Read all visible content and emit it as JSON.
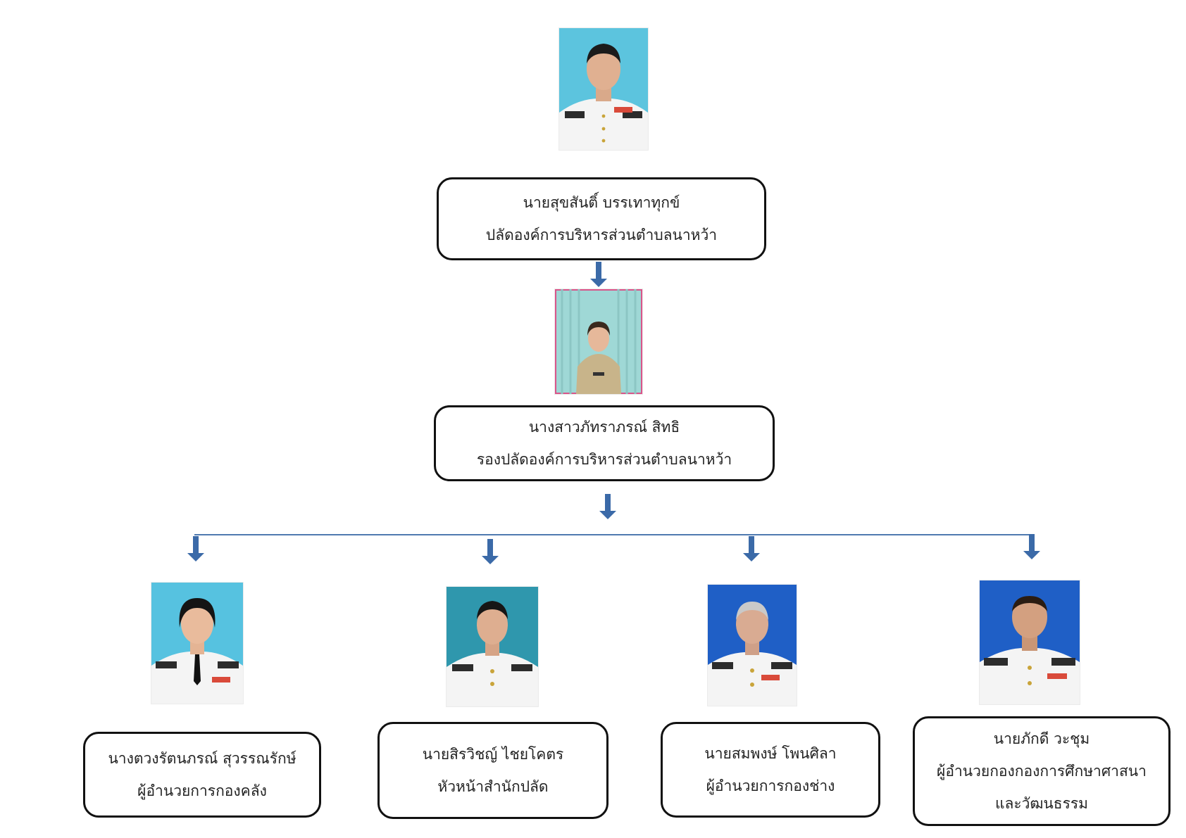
{
  "top": {
    "name": "นายสุขสันติ์  บรรเทาทุกข์",
    "title": "ปลัดองค์การบริหารส่วนตำบลนาหว้า"
  },
  "deputy": {
    "name": "นางสาวภัทราภรณ์  สิทธิ",
    "title": "รองปลัดองค์การบริหารส่วนตำบลนาหว้า"
  },
  "staff": [
    {
      "name": "นางตวงรัตนภรณ์  สุวรรณรักษ์",
      "title": "ผู้อำนวยการกองคลัง"
    },
    {
      "name": "นายสิรวิชญ์ ไชยโคตร",
      "title": "หัวหน้าสำนักปลัด"
    },
    {
      "name": "นายสมพงษ์  โพนศิลา",
      "title": "ผู้อำนวยการกองช่าง"
    },
    {
      "name": "นายภักดี  วะชุม",
      "title": "ผู้อำนวยกองกองการศึกษาศาสนา",
      "title_line2": "และวัฒนธรรม"
    }
  ],
  "colors": {
    "arrow": "#3b6aa8",
    "connector": "#4f7ab0",
    "box_border": "#111111",
    "photo_bg_light_blue": "#56c2e0",
    "photo_bg_teal": "#2f8fa8",
    "photo_bg_blue": "#1f5fc6",
    "uniform_white": "#f3f3f3",
    "epaulette_gold": "#2a2a2a"
  }
}
